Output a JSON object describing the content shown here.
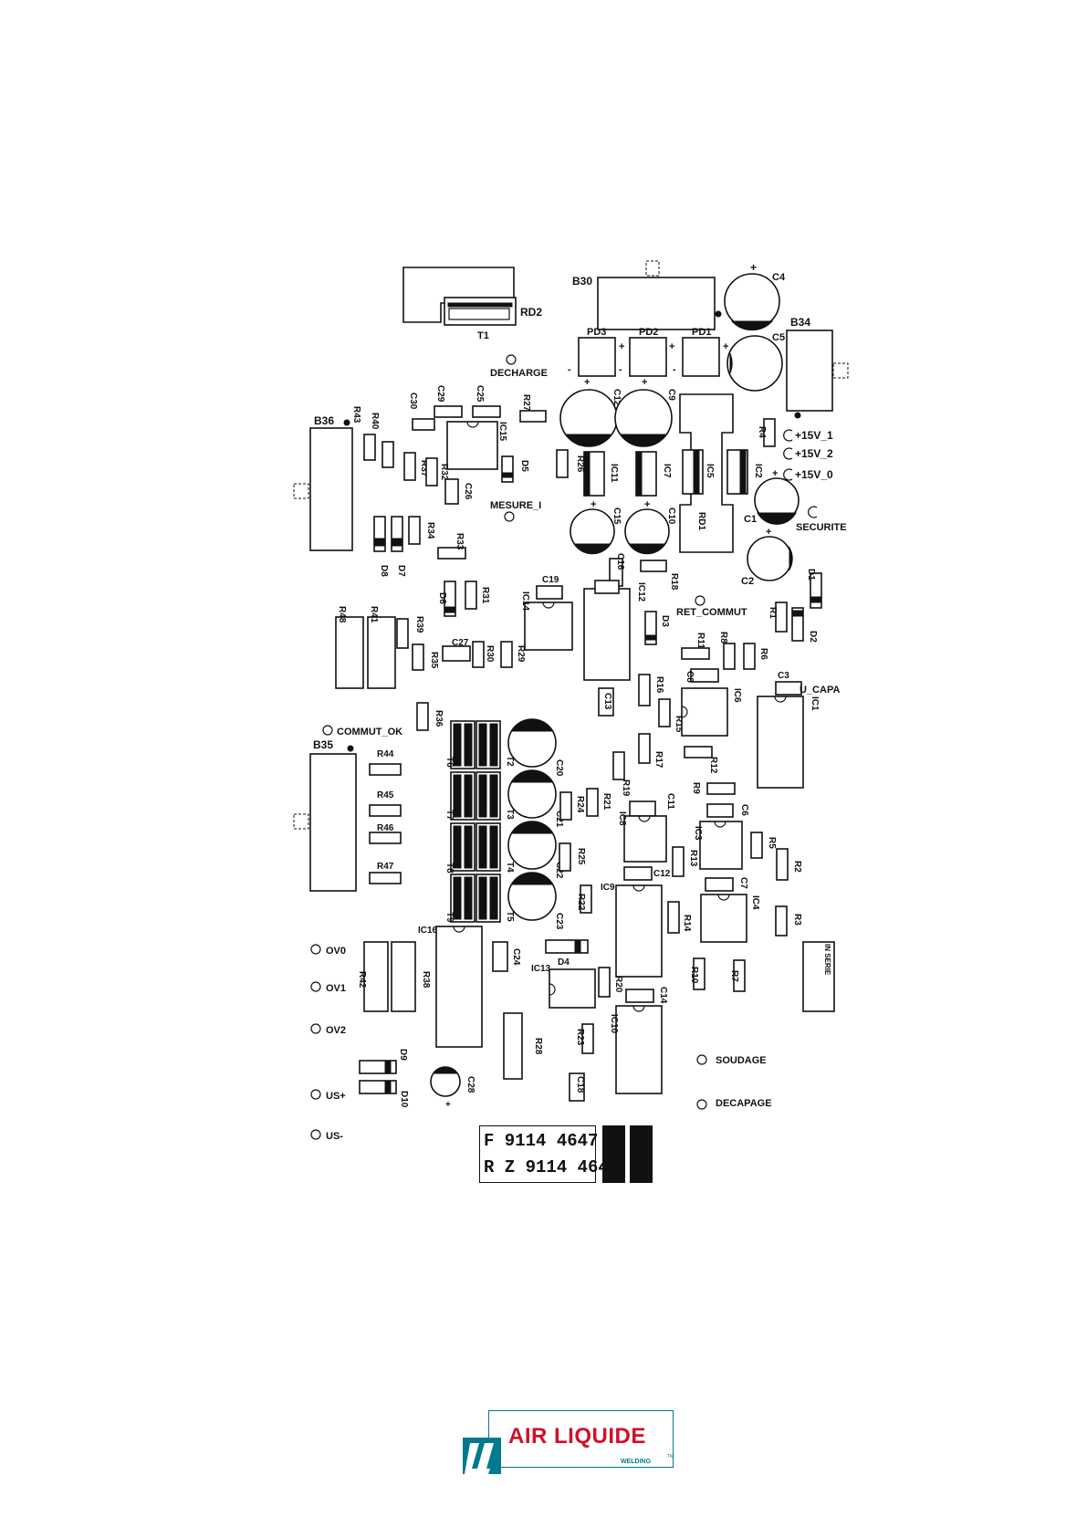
{
  "board": {
    "labels": {
      "T1": "T1",
      "RD2": "RD2",
      "B30": "B30",
      "C4": "C4",
      "B34": "B34",
      "C5": "C5",
      "PD1": "PD1",
      "PD2": "PD2",
      "PD3": "PD3",
      "DECHARGE": "DECHARGE",
      "B36": "B36",
      "R43": "R43",
      "R40": "R40",
      "C30": "C30",
      "C29": "C29",
      "C25": "C25",
      "R27": "R27",
      "C12": "C12",
      "C9": "C9",
      "R4": "R4",
      "IC15": "IC15",
      "R37": "R37",
      "R32": "R32",
      "D5": "D5",
      "R26": "R26",
      "IC11": "IC11",
      "IC7": "IC7",
      "IC5": "IC5",
      "IC2": "IC2",
      "V15_1": "+15V_1",
      "V15_2": "+15V_2",
      "V15_0": "+15V_0",
      "C26": "C26",
      "MESURE_I": "MESURE_I",
      "C15": "C15",
      "C10": "C10",
      "RD1": "RD1",
      "C1": "C1",
      "SECURITE": "SECURITE",
      "R34": "R34",
      "D8": "D8",
      "D7": "D7",
      "R33": "R33",
      "C16": "C16",
      "R18": "R18",
      "C2": "C2",
      "D1": "D1",
      "C19": "C19",
      "D6": "D6",
      "R31": "R31",
      "IC14": "IC14",
      "IC12": "IC12",
      "RET_COMMUT": "RET_COMMUT",
      "R1": "R1",
      "D2": "D2",
      "R48": "R48",
      "R41": "R41",
      "R39": "R39",
      "D3": "D3",
      "R11": "R11",
      "R8": "R8",
      "R6": "R6",
      "C27": "C27",
      "R30": "R30",
      "R29": "R29",
      "R35": "R35",
      "R16": "R16",
      "C8": "C8",
      "C3": "C3",
      "U_CAPA": "U_CAPA",
      "C13": "C13",
      "IC6": "IC6",
      "IC1": "IC1",
      "R36": "R36",
      "COMMUT_OK": "COMMUT_OK",
      "R15": "R15",
      "B35": "B35",
      "T6": "T6",
      "T2": "T2",
      "C20": "C20",
      "R17": "R17",
      "R12": "R12",
      "R44": "R44",
      "R19": "R19",
      "R9": "R9",
      "R45": "R45",
      "T7": "T7",
      "T3": "T3",
      "C21": "C21",
      "R24": "R24",
      "R21": "R21",
      "C11": "C11",
      "C6": "C6",
      "R46": "R46",
      "IC8": "IC8",
      "IC3": "IC3",
      "R5": "R5",
      "T8": "T8",
      "T4": "T4",
      "C22": "C22",
      "R25": "R25",
      "R13": "R13",
      "R2": "R2",
      "R47": "R47",
      "C12b": "C12",
      "IC9": "IC9",
      "C7": "C7",
      "R22": "R22",
      "IC4": "IC4",
      "T9": "T9",
      "T5": "T5",
      "C23": "C23",
      "R14": "R14",
      "R3": "R3",
      "IC16": "IC16",
      "D4": "D4",
      "C24": "C24",
      "IN_SERIE": "IN SERIE",
      "OV0": "OV0",
      "R42": "R42",
      "R38": "R38",
      "IC13": "IC13",
      "R10": "R10",
      "R7": "R7",
      "OV1": "OV1",
      "R20": "R20",
      "C14": "C14",
      "OV2": "OV2",
      "IC10": "IC10",
      "R28": "R28",
      "R23": "R23",
      "D9": "D9",
      "SOUDAGE": "SOUDAGE",
      "C28": "C28",
      "US_PLUS": "US+",
      "D10": "D10",
      "C18": "C18",
      "DECAPAGE": "DECAPAGE",
      "US_MINUS": "US-"
    },
    "id_label": {
      "line1": "F 9114 4647",
      "line2": "R Z 9114 4647"
    }
  },
  "logo": {
    "name": "AIR LIQUIDE",
    "tagline": "WELDING",
    "trademark": "TM",
    "colors": {
      "teal": "#007a8c",
      "red": "#d0102a"
    }
  }
}
